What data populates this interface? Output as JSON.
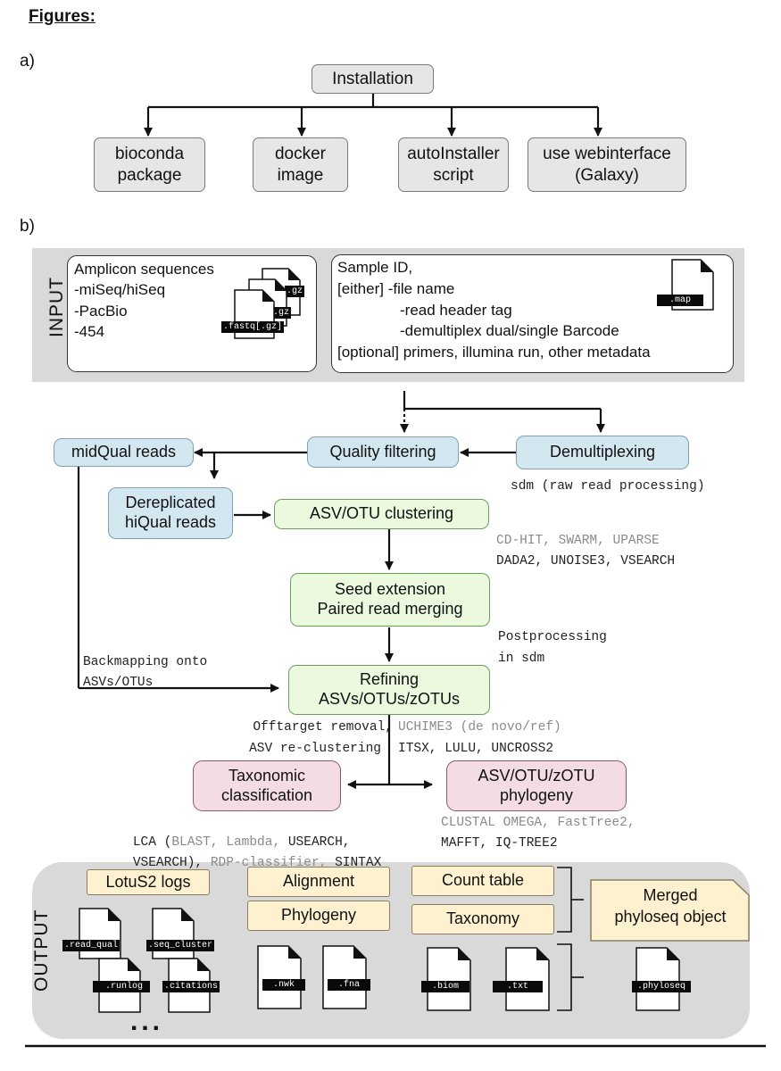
{
  "heading": "Figures:",
  "panel_a_label": "a)",
  "panel_b_label": "b)",
  "installation": {
    "root": "Installation",
    "options": [
      {
        "line1": "bioconda",
        "line2": "package"
      },
      {
        "line1": "docker",
        "line2": "image"
      },
      {
        "line1": "autoInstaller",
        "line2": "script"
      },
      {
        "line1": "use webinterface",
        "line2": "(Galaxy)"
      }
    ]
  },
  "input": {
    "label": "INPUT",
    "amplicon": {
      "title": "Amplicon sequences",
      "items": [
        "-miSeq/hiSeq",
        "-PacBio",
        "-454"
      ],
      "file_ext_1": ".fastq[.gz]",
      "file_ext_2": ".gz",
      "file_ext_3": ".gz"
    },
    "mapping": {
      "line1": "Sample ID,",
      "line2": "[either] -file name",
      "line3": "-read header tag",
      "line4": "-demultiplex dual/single Barcode",
      "line5": "[optional] primers, illumina run, other metadata",
      "file_ext": ".map"
    }
  },
  "pipeline": {
    "midqual": "midQual reads",
    "quality": "Quality filtering",
    "demux": "Demultiplexing",
    "sdm_note": "sdm (raw read processing)",
    "dereplicated_line1": "Dereplicated",
    "dereplicated_line2": "hiQual reads",
    "clustering": "ASV/OTU clustering",
    "clustering_tools_line1": "CD-HIT, SWARM, UPARSE",
    "clustering_tools_line2": "DADA2, UNOISE3, VSEARCH",
    "seed_line1": "Seed extension",
    "seed_line2": "Paired read merging",
    "post_line1": "Postprocessing",
    "post_line2": "in sdm",
    "backmap_line1": "Backmapping onto",
    "backmap_line2": "ASVs/OTUs",
    "refining_line1": "Refining",
    "refining_line2": "ASVs/OTUs/zOTUs",
    "offtarget": "Offtarget removal,",
    "uchime": "UCHIME3 (de novo/ref)",
    "asv_reclust": "ASV re-clustering",
    "itsx": "ITSX, LULU, UNCROSS2",
    "taxo_line1": "Taxonomic",
    "taxo_line2": "classification",
    "phylo_line1": "ASV/OTU/zOTU",
    "phylo_line2": "phylogeny",
    "lca_a": "LCA (",
    "lca_b": "BLAST, Lambda, ",
    "lca_c": "USEARCH,",
    "lca_d": "VSEARCH), ",
    "lca_e": "RDP-classifier, ",
    "lca_f": "SINTAX",
    "phylo_tools_a": "CLUSTAL OMEGA, FastTree2,",
    "phylo_tools_b": "MAFFT, IQ-TREE2"
  },
  "output": {
    "label": "OUTPUT",
    "logs": "LotuS2 logs",
    "alignment": "Alignment",
    "phylogeny": "Phylogeny",
    "count_table": "Count table",
    "taxonomy": "Taxonomy",
    "merged_line1": "Merged",
    "merged_line2": "phyloseq object",
    "ellipsis": "...",
    "files": {
      "read_qual": ".read_qual",
      "seq_cluster": ".seq_cluster",
      "runlog": ".runlog",
      "citations": ".citations",
      "nwk": ".nwk",
      "fna": ".fna",
      "biom": ".biom",
      "txt": ".txt",
      "phyloseq": ".phyloseq"
    }
  },
  "colors": {
    "gray_fill": "#e6e6e6",
    "blue_fill": "#d3e7f1",
    "green_fill": "#ebf9df",
    "pink_fill": "#f3dde2",
    "yellow_fill": "#fdf1cf",
    "panel_fill": "#d9d9d9"
  }
}
